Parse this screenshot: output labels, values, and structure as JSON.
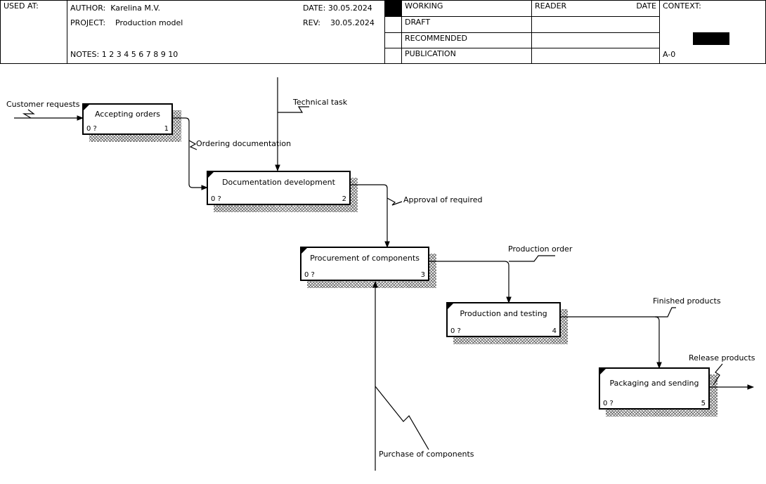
{
  "header": {
    "used_at": "USED AT:",
    "author_label": "AUTHOR:",
    "author": "Karelina M.V.",
    "project_label": "PROJECT:",
    "project": "Production model",
    "notes": "NOTES:  1  2  3  4  5  6  7  8  9  10",
    "date_label": "DATE:",
    "date": "30.05.2024",
    "rev_label": "REV:",
    "rev": "30.05.2024",
    "status": [
      "WORKING",
      "DRAFT",
      "RECOMMENDED",
      "PUBLICATION"
    ],
    "reader": "READER",
    "reader_date": "DATE",
    "context": "CONTEXT:",
    "node": "A-0"
  },
  "diagram": {
    "boxes": [
      {
        "title": "Accepting orders",
        "cost": "0 ?",
        "num": "1"
      },
      {
        "title": "Documentation development",
        "cost": "0 ?",
        "num": "2"
      },
      {
        "title": "Procurement of components",
        "cost": "0 ?",
        "num": "3"
      },
      {
        "title": "Production and testing",
        "cost": "0 ?",
        "num": "4"
      },
      {
        "title": "Packaging and sending",
        "cost": "0 ?",
        "num": "5"
      }
    ],
    "arrows": {
      "customer_requests": "Customer requests",
      "technical_task": "Technical task",
      "ordering_documentation": "Ordering documentation",
      "approval_of_required": "Approval of required",
      "production_order": "Production order",
      "finished_products": "Finished products",
      "release_products": "Release products",
      "purchase_of_components": "Purchase of components"
    }
  }
}
